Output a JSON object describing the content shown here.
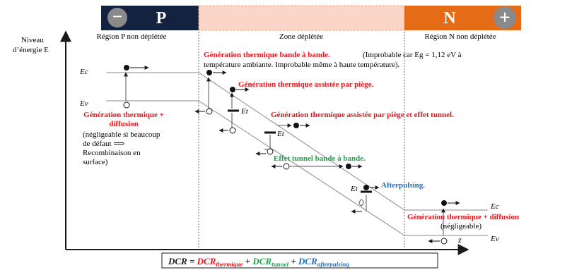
{
  "bar": {
    "p_sign": "−",
    "p_label": "P",
    "n_label": "N",
    "n_sign": "+"
  },
  "axis": {
    "y_label_line1": "Niveau",
    "y_label_line2": "d’énergie E",
    "x_label": "z"
  },
  "regions": {
    "p": "Région P non déplétée",
    "depl": "Zone déplétée",
    "n": "Région N non déplétée"
  },
  "levels": {
    "ec_left": "Ec",
    "ev_left": "Ev",
    "et1": "Et",
    "et2": "Et",
    "et3": "Et",
    "ec_right": "Ec",
    "ev_right": "Ev"
  },
  "annotations": {
    "bb_title": "Génération thermique bande à bande.",
    "bb_note1": "(Improbable car Eg = 1,12 eV à",
    "bb_note2": "température ambiante. Improbable même à haute température).",
    "trap": "Génération thermique assistée par piège.",
    "trap_tunnel": "Génération thermique assistée par piège et effet tunnel.",
    "gen_diff_l1": "Génération thermique +",
    "gen_diff_l2": "diffusion",
    "neg1": "(négligeable si beaucoup",
    "neg2": "de défaut ⟹",
    "neg3": "Recombinaison en",
    "neg4": "surface)",
    "tunnel_bb": "Effet tunnel bande à bande.",
    "afterpulsing": "Afterpulsing.",
    "gen_diff_right": "Génération thermique + diffusion",
    "negligeable_right": "(négligeable)"
  },
  "formula": {
    "lhs": "DCR",
    "eq": " = ",
    "t1": "DCR",
    "s1": "thermique",
    "p1": " + ",
    "t2": "DCR",
    "s2": "tunnel",
    "p2": " + ",
    "t3": "DCR",
    "s3": "afterpulsing"
  },
  "colors": {
    "red": "#e8141b",
    "green": "#1fa34a",
    "blue": "#1f6fc1",
    "navy": "#13233f",
    "orange": "#e56b16",
    "pink": "#fbd6c8",
    "grey": "#8a8a8a"
  }
}
